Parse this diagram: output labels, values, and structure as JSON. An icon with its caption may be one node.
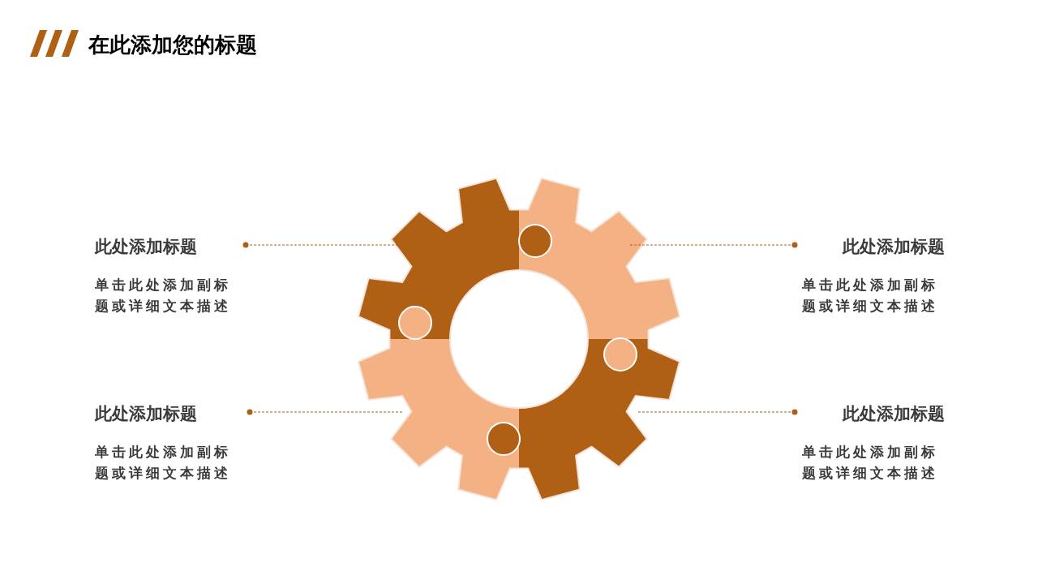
{
  "diagram": {
    "title": "在此添加您的标题",
    "nodes": [
      {
        "text": [
          "此处添加标题",
          "单击此处添加副标题或详细文本描述"
        ]
      },
      {
        "text": [
          "此处添加标题",
          "单击此处添加副标题或详细文本描述"
        ]
      },
      {
        "text": [
          "此处添加标题",
          "单击此处添加副标题或详细文本描述"
        ]
      },
      {
        "text": [
          "此处添加标题",
          "单击此处添加副标题或详细文本描述"
        ]
      },
      {
        "text": [],
        "shape": "picture"
      },
      {
        "text": [],
        "shape": "picture"
      },
      {
        "text": [],
        "shape": "picture"
      },
      {
        "text": [],
        "shape": "picture"
      }
    ],
    "edges": [
      {
        "from": 0,
        "to": 4,
        "arrow": "other",
        "style": "dashed"
      },
      {
        "from": 1,
        "to": 5,
        "arrow": "other",
        "style": "dashed"
      },
      {
        "from": 2,
        "to": 6,
        "arrow": "other",
        "style": "dashed"
      },
      {
        "from": 3,
        "to": 7,
        "arrow": "other",
        "style": "dashed"
      }
    ]
  }
}
